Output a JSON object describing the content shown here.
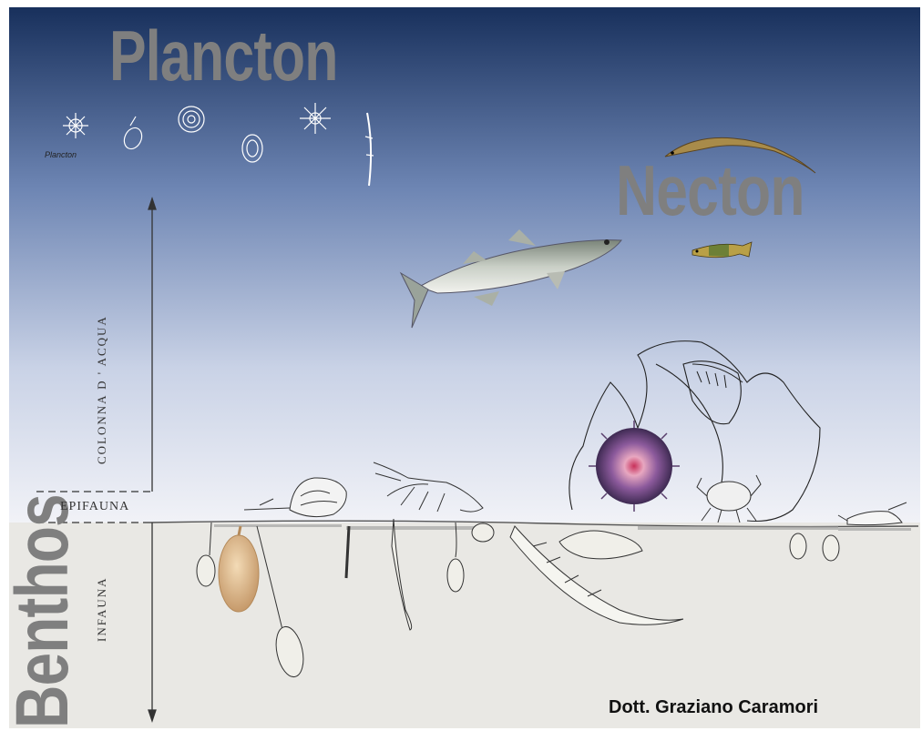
{
  "labels": {
    "plancton_title": "Plancton",
    "necton_title": "Necton",
    "benthos_title": "Benthos",
    "plancton_small": "Plancton",
    "water_column": "COLONNA   D ' ACQUA",
    "epifauna": "EPIFAUNA",
    "infauna": "INFAUNA",
    "author": "Dott. Graziano Caramori"
  },
  "colors": {
    "sky_top": "#18305c",
    "sky_mid": "#8fa3c9",
    "sky_bottom": "#f1f2f7",
    "sediment": "#e9e8e4",
    "title_gray": "#7f7f7f"
  }
}
